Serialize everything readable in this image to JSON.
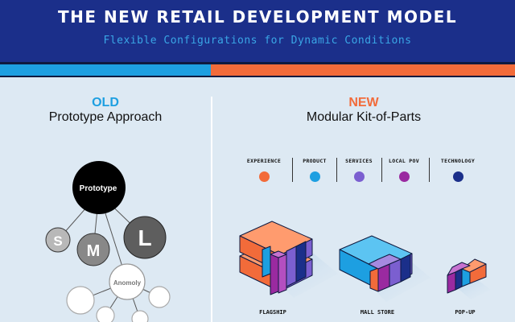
{
  "header": {
    "title": "THE NEW RETAIL DEVELOPMENT MODEL",
    "subtitle": "Flexible Configurations for Dynamic Conditions"
  },
  "old_column": {
    "tag": "OLD",
    "name": "Prototype Approach",
    "nodes": {
      "prototype": "Prototype",
      "small": "S",
      "medium": "M",
      "large": "L",
      "anomaly": "Anomoly"
    }
  },
  "new_column": {
    "tag": "NEW",
    "name": "Modular Kit-of-Parts",
    "legend": [
      {
        "label": "EXPERIENCE",
        "color": "#f26b3a"
      },
      {
        "label": "PRODUCT",
        "color": "#1d9fe1"
      },
      {
        "label": "SERVICES",
        "color": "#7b5fd0"
      },
      {
        "label": "LOCAL POV",
        "color": "#9a2aa0"
      },
      {
        "label": "TECHNOLOGY",
        "color": "#1b2f8a"
      }
    ],
    "stores": [
      "FLAGSHIP",
      "MALL STORE",
      "POP-UP"
    ]
  },
  "colors": {
    "navy": "#1b2f8a",
    "blue": "#1d9fe1",
    "orange": "#f26b3a",
    "background": "#dde9f3"
  }
}
